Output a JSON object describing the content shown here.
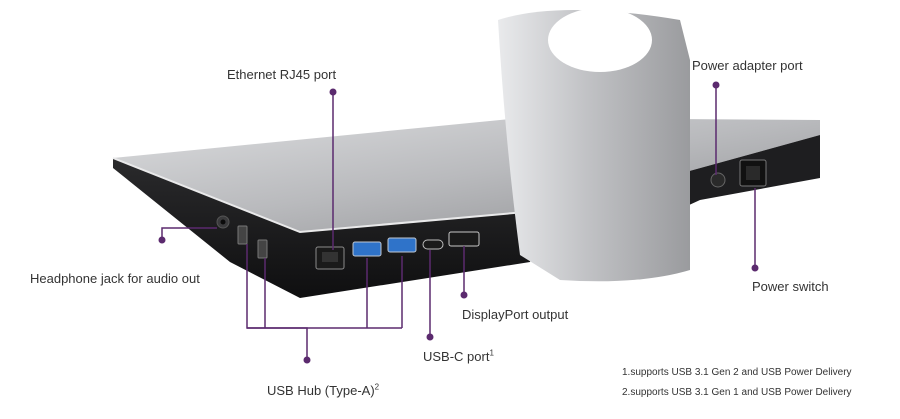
{
  "callouts": {
    "ethernet": "Ethernet RJ45 port",
    "power_adapter": "Power adapter port",
    "headphone": "Headphone jack for audio out",
    "power_switch": "Power switch",
    "displayport": "DisplayPort output",
    "usbc": "USB-C port",
    "usbc_sup": "1",
    "usb_hub": "USB Hub (Type-A)",
    "usb_hub_sup": "2"
  },
  "footnotes": [
    "1.supports USB 3.1 Gen 2 and USB Power Delivery",
    "2.supports USB 3.1 Gen 1 and USB Power Delivery"
  ],
  "colors": {
    "callout_line": "#5b2a6e",
    "port_blue": "#2f73c9",
    "base_dark": "#1d1d1f",
    "top_silver": "#c9cacc"
  }
}
